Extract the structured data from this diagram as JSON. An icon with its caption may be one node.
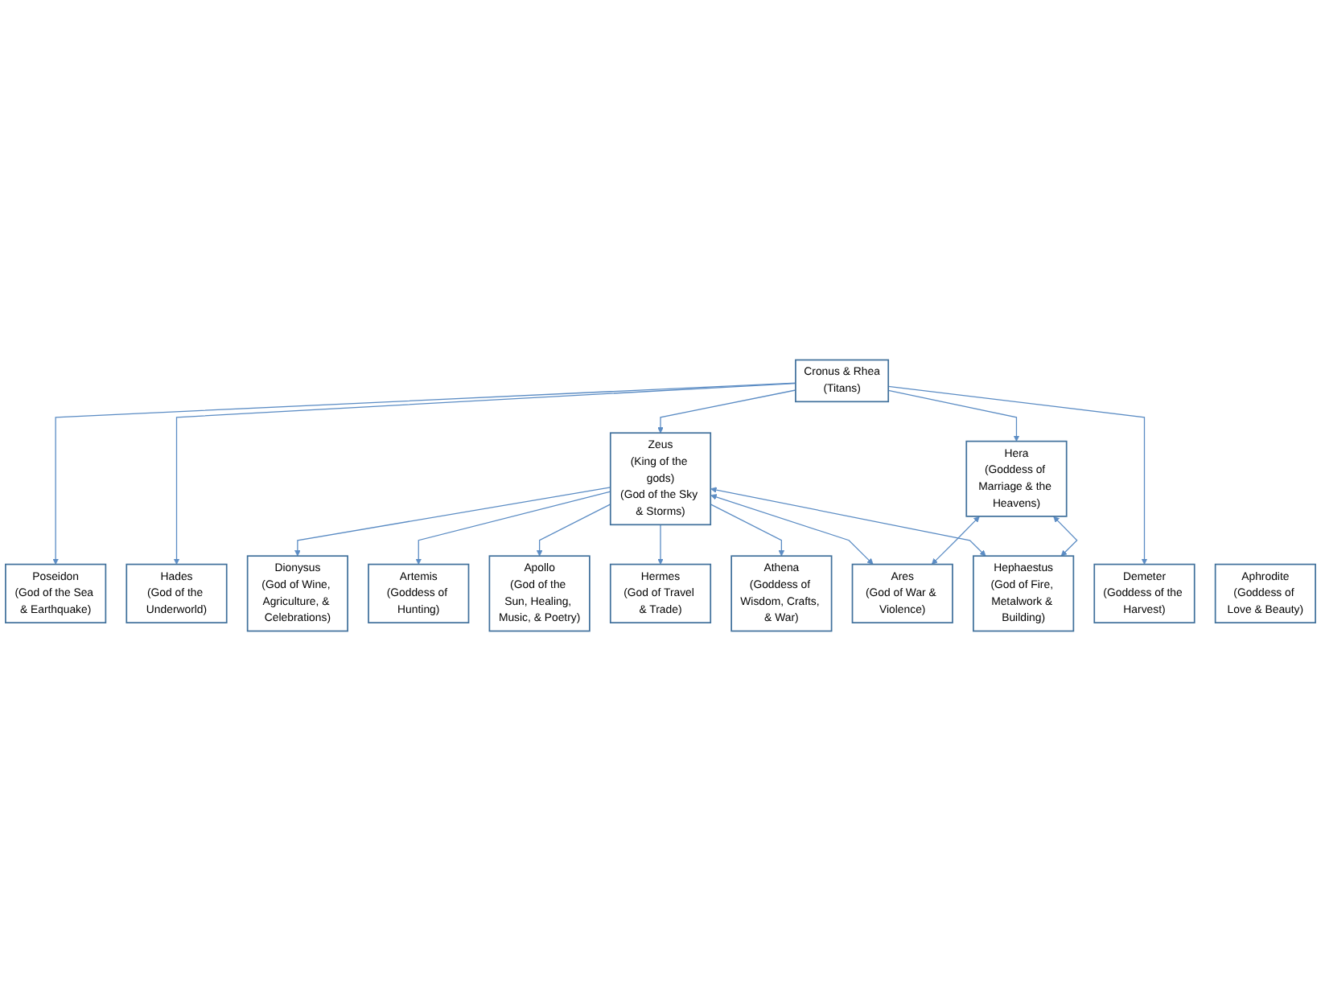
{
  "diagram": {
    "nodes": [
      {
        "text": [
          "Dionysus",
          "(God of Wine, Agriculture, & Celebrations)"
        ]
      },
      {
        "text": [
          "Aphrodite",
          "(Goddess of Love & Beauty)"
        ]
      },
      {
        "text": [
          "Artemis",
          "(Goddess of Hunting)"
        ]
      },
      {
        "text": [
          "Apollo",
          "(God of the Sun, Healing, Music, & Poetry)"
        ]
      },
      {
        "text": [
          "Hermes",
          "(God of Travel & Trade)"
        ]
      },
      {
        "text": [
          "Ares",
          "(God of War & Violence)"
        ]
      },
      {
        "text": [
          "Hephaestus",
          "(God of Fire, Metalwork & Building)"
        ]
      },
      {
        "text": [
          "Athena",
          "(Goddess of Wisdom, Crafts, & War)"
        ]
      },
      {
        "text": [
          "Zeus",
          "(King of the gods)",
          "(God of the Sky & Storms)"
        ]
      },
      {
        "text": [
          "Poseidon",
          "(God of the Sea & Earthquake)"
        ]
      },
      {
        "text": [
          "Hera",
          "(Goddess of Marriage & the Heavens)"
        ]
      },
      {
        "text": [
          "Hades",
          "(God of the Underworld)"
        ]
      },
      {
        "text": [
          "Cronus & Rhea",
          "(Titans)"
        ]
      },
      {
        "text": [
          "Demeter",
          "(Goddess of the Harvest)"
        ]
      }
    ],
    "edges": [
      {
        "from": 8,
        "to": 0,
        "arrow": "to"
      },
      {
        "from": 8,
        "to": 2,
        "arrow": "to"
      },
      {
        "from": 8,
        "to": 3,
        "arrow": "to"
      },
      {
        "from": 8,
        "to": 4,
        "arrow": "to"
      },
      {
        "from": 8,
        "to": 7,
        "arrow": "to"
      },
      {
        "from": 8,
        "to": 5,
        "arrow": "both"
      },
      {
        "from": 8,
        "to": 6,
        "arrow": "both"
      },
      {
        "from": 10,
        "to": 5,
        "arrow": "both"
      },
      {
        "from": 10,
        "to": 6,
        "arrow": "both"
      },
      {
        "from": 12,
        "to": 9,
        "arrow": "to"
      },
      {
        "from": 12,
        "to": 11,
        "arrow": "to"
      },
      {
        "from": 12,
        "to": 8,
        "arrow": "to"
      },
      {
        "from": 12,
        "to": 10,
        "arrow": "to"
      },
      {
        "from": 12,
        "to": 13,
        "arrow": "to"
      }
    ]
  }
}
